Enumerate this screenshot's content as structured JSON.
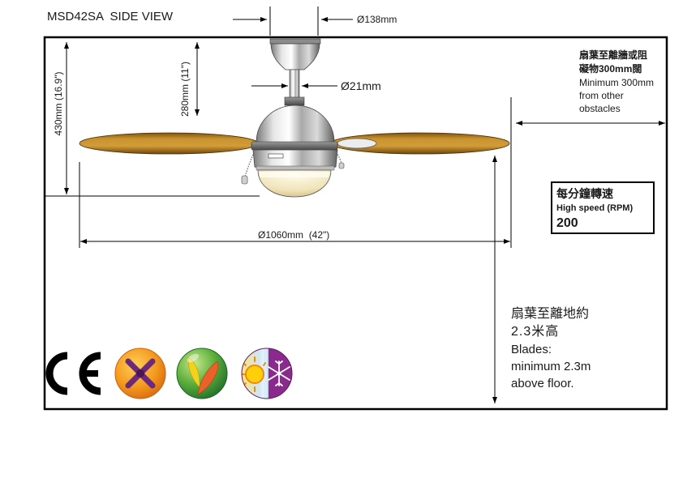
{
  "title": "MSD42SA  SIDE VIEW",
  "dimensions": {
    "canopy_diameter": "Ø138mm",
    "downrod_diameter": "Ø21mm",
    "drop_height": "280mm (11\")",
    "overall_height": "430mm (16.9\")",
    "sweep_diameter": "Ø1060mm  (42\")"
  },
  "wall_clearance": {
    "line1": "扇葉至離牆或阻",
    "line2": "礙物300mm闊",
    "line3": "Minimum 300mm",
    "line4": "from other",
    "line5": "obstacles"
  },
  "rpm_box": {
    "label_zh": "每分鐘轉速",
    "label_en": "High speed (RPM)",
    "value": "200"
  },
  "floor_clearance": {
    "line1": "扇葉至離地約",
    "line2": "2.3米高",
    "line3": "Blades:",
    "line4": "minimum 2.3m",
    "line5": "above floor."
  },
  "badges": {
    "ce": "CE",
    "icons": [
      "ce-mark-icon",
      "fan-icon",
      "leaf-icon",
      "sun-snow-icon"
    ]
  },
  "colors": {
    "frame": "#000000",
    "blade": "#c8922e",
    "fan_badge": "#f39a1e",
    "leaf_badge": "#5cae3a",
    "snow_half": "#8a2a8c"
  }
}
